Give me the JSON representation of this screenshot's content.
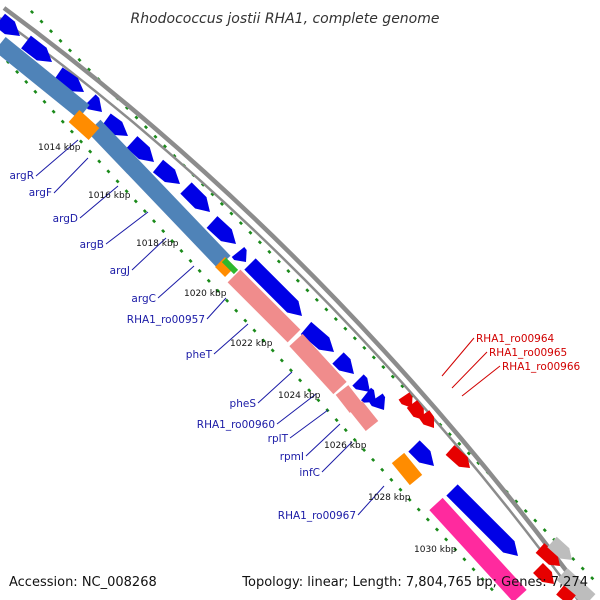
{
  "title": "Rhodococcus jostii RHA1, complete genome",
  "accession": "Accession: NC_008268",
  "topology": "Topology: linear; Length: 7,804,765 bp; Genes: 7,274",
  "colors": {
    "blue_gene": "#0000e6",
    "steel_cds": "#4f83b8",
    "orange_cds": "#ff8c00",
    "green_cds": "#2db82d",
    "salmon_cds": "#f08c8c",
    "magenta_cds": "#ff2a9e",
    "red_gene": "#e60000",
    "grey_gene": "#bdbdbd",
    "backbone": "#8c8c8c",
    "ticks": "#1a8a1a",
    "blue_label": "#1a1aa6",
    "red_label": "#d10000"
  },
  "scale_labels": [
    "1014 kbp",
    "1016 kbp",
    "1018 kbp",
    "1020 kbp",
    "1022 kbp",
    "1024 kbp",
    "1026 kbp",
    "1028 kbp",
    "1030 kbp"
  ],
  "blue_labels": [
    "argR",
    "argF",
    "argD",
    "argB",
    "argJ",
    "argC",
    "RHA1_ro00957",
    "pheT",
    "pheS",
    "RHA1_ro00960",
    "rplT",
    "rpmI",
    "infC",
    "RHA1_ro00967"
  ],
  "red_labels": [
    "RHA1_ro00964",
    "RHA1_ro00965",
    "RHA1_ro00966"
  ]
}
